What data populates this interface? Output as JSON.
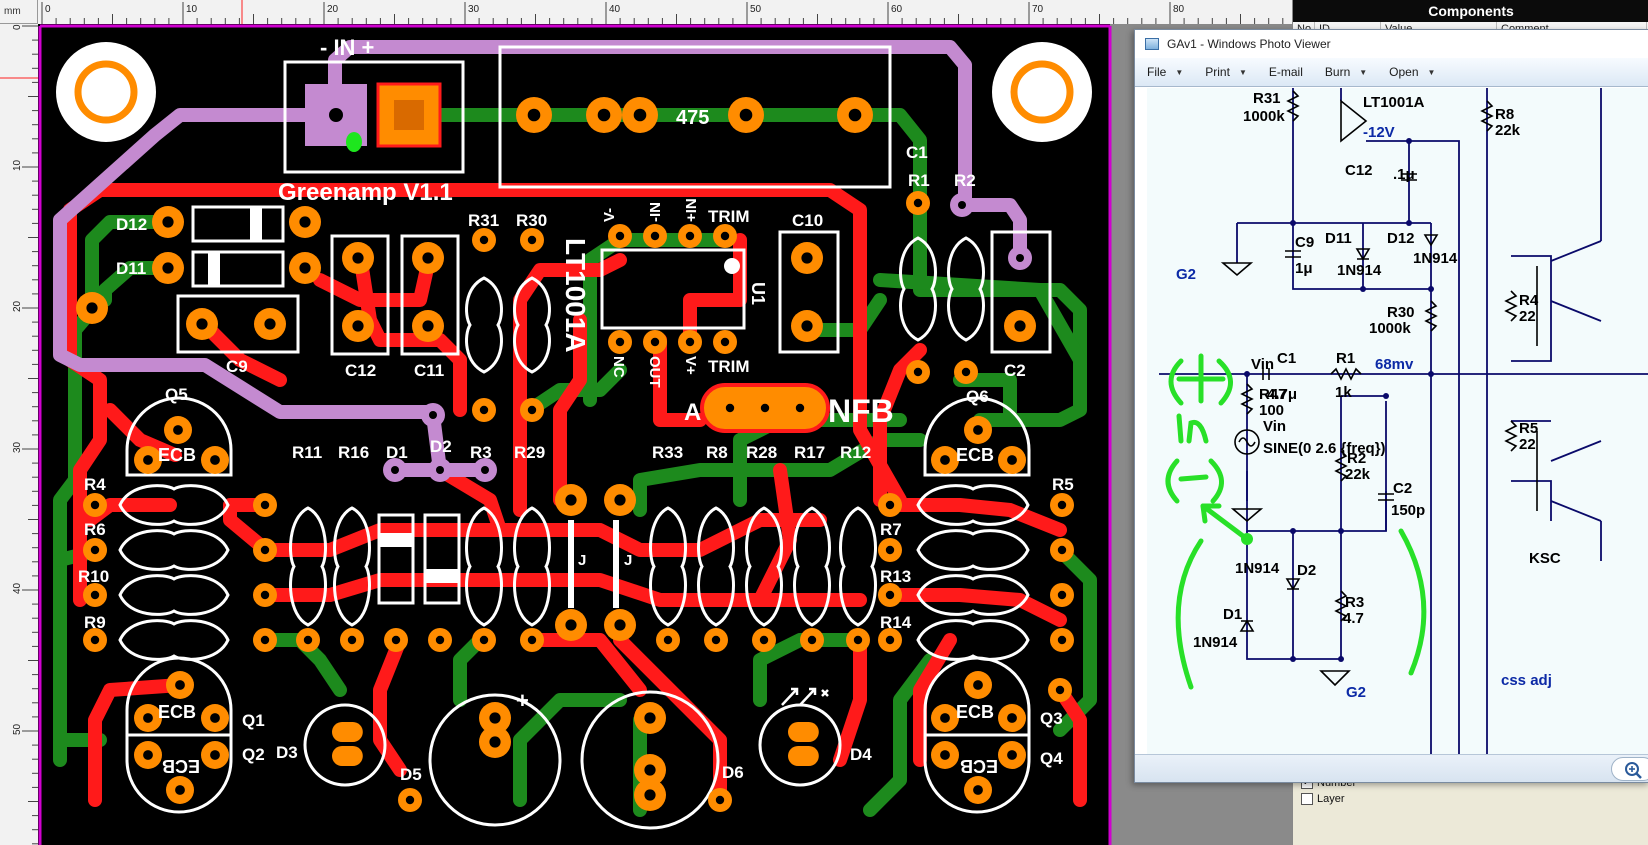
{
  "ruler": {
    "unit": "mm",
    "top_ticks": [
      "0",
      "10",
      "20",
      "30",
      "40",
      "50",
      "60",
      "70",
      "80"
    ],
    "left_ticks": [
      "0",
      "10",
      "20",
      "30",
      "40",
      "50"
    ]
  },
  "pcb": {
    "board_title": "Greenamp V1.1",
    "input_label": "-  IN  +",
    "pot_label": "475",
    "ic_part": "LT1001A",
    "ic_ref": "U1",
    "ic_top_pins": [
      "V-",
      "-IN",
      "+IN",
      "TRIM"
    ],
    "ic_bottom_pins": [
      "NC",
      "OUT",
      "V+",
      "TRIM"
    ],
    "nfb_label": "NFB",
    "nfb_prefix": "A",
    "transistor_pins": "ECB",
    "transistor_pins_flipped": "ECB",
    "labels": {
      "d12": "D12",
      "d11": "D11",
      "c9": "C9",
      "c12": "C12",
      "c11": "C11",
      "r31": "R31",
      "r30": "R30",
      "c10": "C10",
      "c1": "C1",
      "r1": "R1",
      "r2": "R2",
      "c2": "C2",
      "q5": "Q5",
      "q6": "Q6",
      "r4": "R4",
      "r6": "R6",
      "r10": "R10",
      "r9": "R9",
      "r11": "R11",
      "r16": "R16",
      "d1": "D1",
      "d2": "D2",
      "r3": "R3",
      "r29": "R29",
      "r33": "R33",
      "r8": "R8",
      "r28": "R28",
      "r17": "R17",
      "r12": "R12",
      "r5": "R5",
      "r7": "R7",
      "r13": "R13",
      "r14": "R14",
      "q1": "Q1",
      "q2": "Q2",
      "q3": "Q3",
      "q4": "Q4",
      "d3": "D3",
      "d4": "D4",
      "d5": "D5",
      "d6": "D6",
      "jumper_a": "J",
      "jumper_b": "J",
      "plus": "+"
    },
    "colors": {
      "board": "#000000",
      "top_copper": "#ff1a1a",
      "bottom_copper": "#1d8a1d",
      "pad": "#ff8c00",
      "silk": "#ffffff",
      "edge": "#d000d0",
      "jumper_wire": "#c48ad0"
    }
  },
  "components_panel": {
    "title": "Components",
    "columns": [
      "No",
      "ID",
      "Value",
      "Comment"
    ],
    "checkboxes": [
      {
        "label": "Number",
        "checked": true
      },
      {
        "label": "Layer",
        "checked": false
      }
    ]
  },
  "photo_viewer": {
    "title": "GAv1 - Windows Photo Viewer",
    "menu": [
      "File",
      "Print",
      "E-mail",
      "Burn",
      "Open"
    ],
    "menu_has_caret": [
      true,
      true,
      false,
      true,
      true
    ],
    "schematic": {
      "r31": "R31",
      "r31_val": "1000k",
      "ic": "LT1001A",
      "neg_rail": "-12V",
      "r8": "R8",
      "r8_val": "22k",
      "c12": "C12",
      "c12_val": ".1μ",
      "c9": "C9",
      "c9_val": "1μ",
      "d11": "D11",
      "d11_val": "1N914",
      "d12": "D12",
      "d12_val": "1N914",
      "g2_top": "G2",
      "r30": "R30",
      "r30_val": "1000k",
      "r4": "R4",
      "r4_val": "22",
      "vin_label": "Vin",
      "c1": "C1",
      "c1_val": "4.7μ",
      "r1": "R1",
      "r1_val": "1k",
      "net_68mv": "68mv",
      "r47": "R47",
      "r47_val": "100",
      "vin_source": "Vin",
      "sine": "SINE(0 2.6 {freq})",
      "r2": "R2",
      "r2_val": "22k",
      "c2": "C2",
      "c2_val": "150p",
      "r5": "R5",
      "r5_val": "22",
      "d_1n914": "1N914",
      "d2": "D2",
      "r3": "R3",
      "r3_val": "4.7",
      "d1": "D1",
      "d1_val": "1N914",
      "g2_bottom": "G2",
      "ksc": "KSC",
      "css": "css adj",
      "hand_plus": "(+)",
      "hand_in": "in",
      "hand_minus": "(-)"
    }
  }
}
